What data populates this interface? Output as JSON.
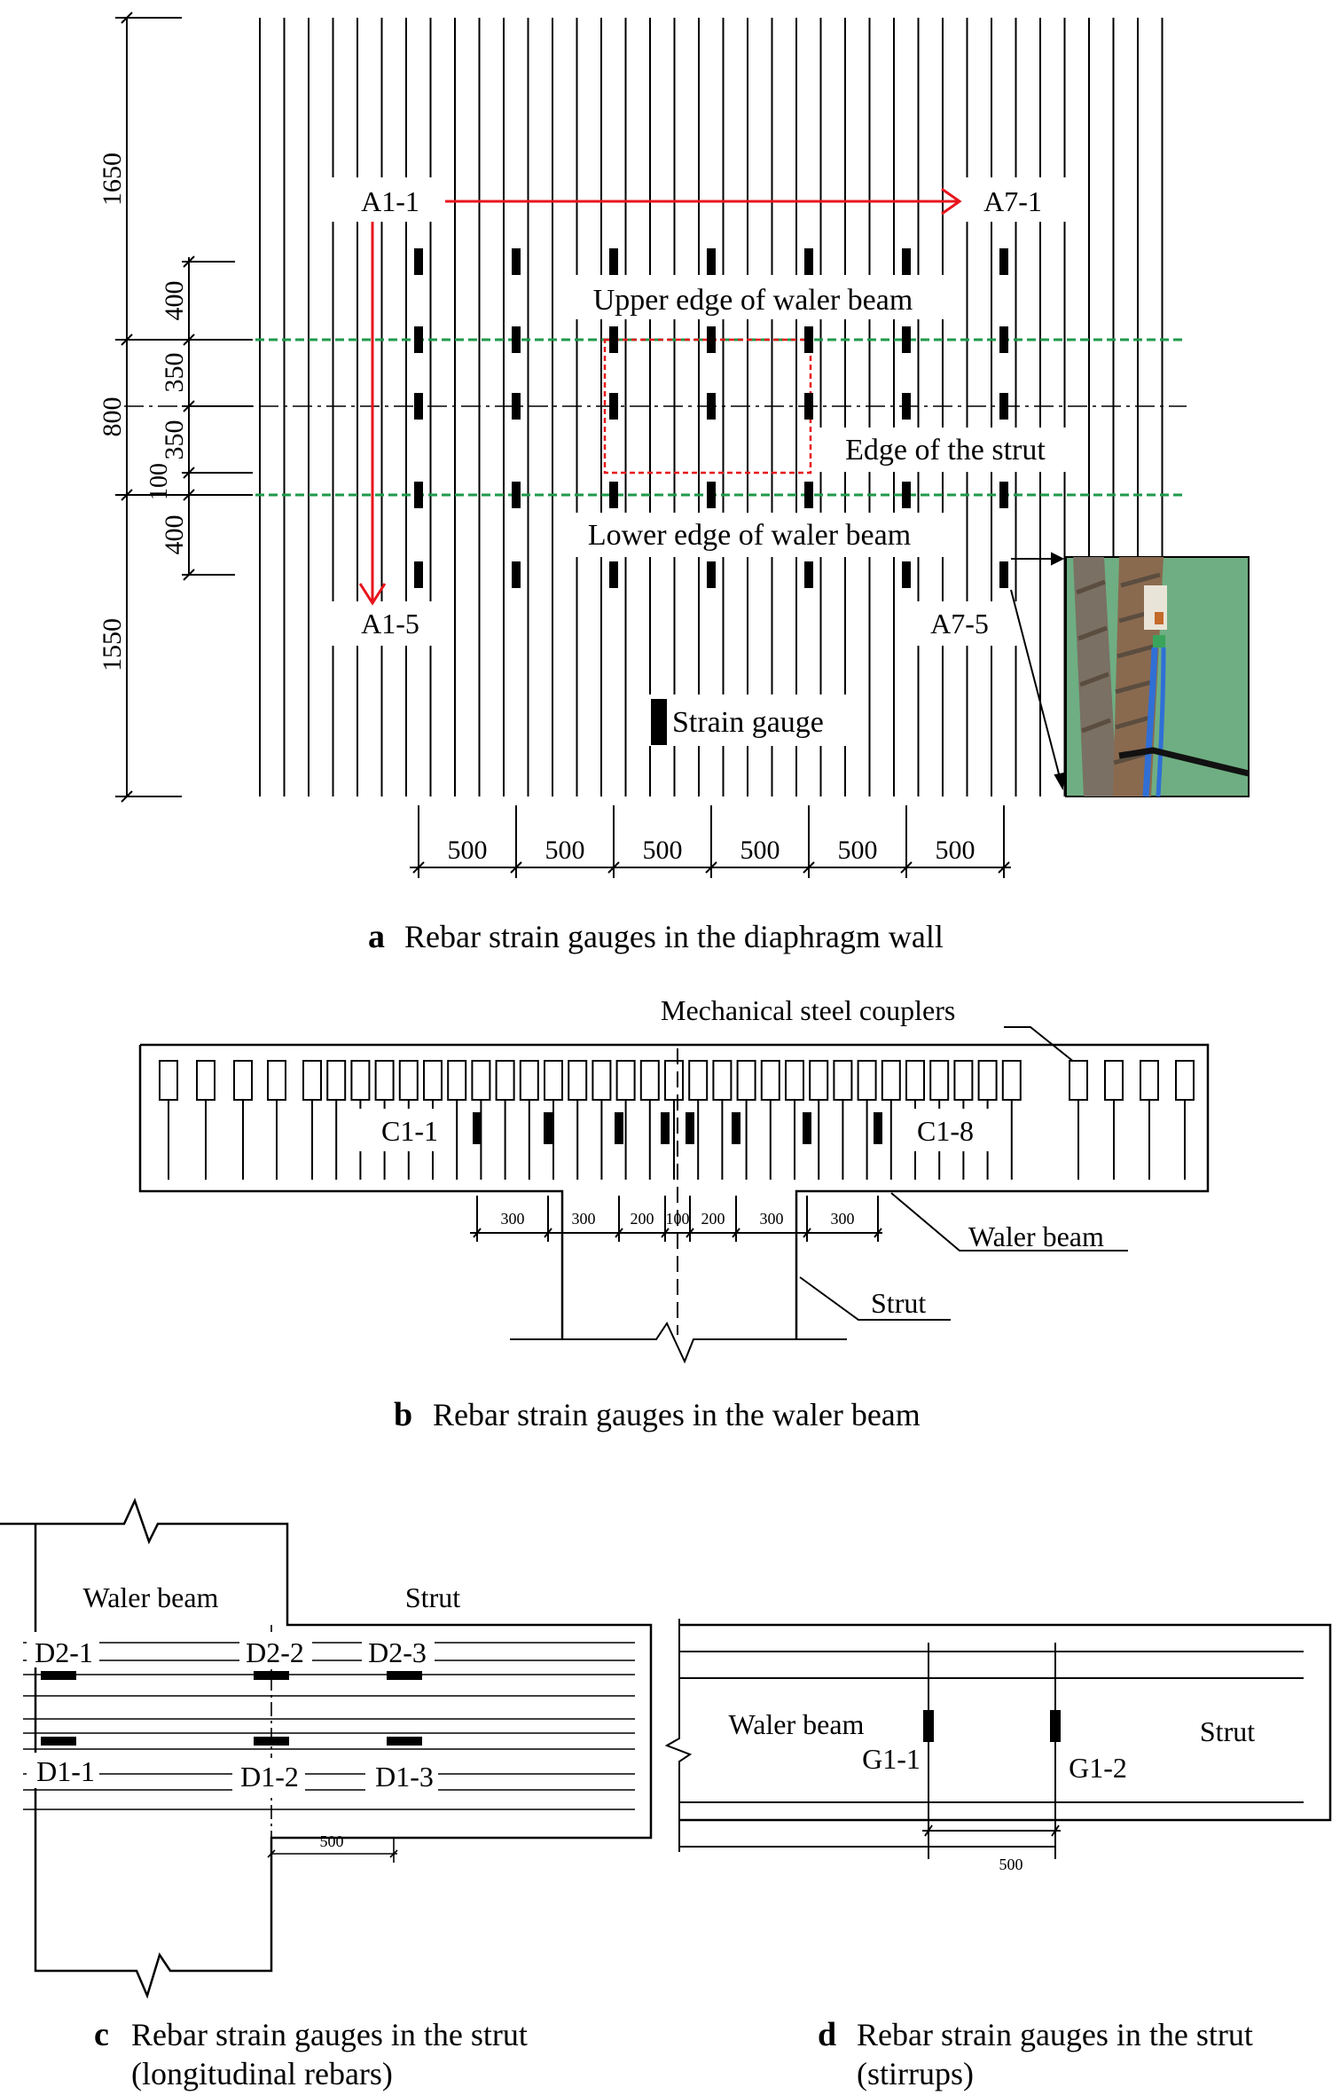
{
  "panel_a": {
    "dims_left": [
      "1650",
      "800",
      "1550"
    ],
    "dims_mid": [
      "400",
      "350",
      "350",
      "100",
      "400"
    ],
    "dims_bottom": [
      "500",
      "500",
      "500",
      "500",
      "500",
      "500"
    ],
    "label_a1_1": "A1-1",
    "label_a7_1": "A7-1",
    "label_a1_5": "A1-5",
    "label_a7_5": "A7-5",
    "upper_edge": "Upper edge of waler beam",
    "edge_strut": "Edge of the strut",
    "lower_edge": "Lower edge of waler beam",
    "legend": "Strain gauge",
    "caption_letter": "a",
    "caption": "Rebar strain gauges in the diaphragm wall",
    "colors": {
      "arrow": "#e8141c",
      "waler_edge": "#1f9a4b",
      "strut_edge": "#e8141c"
    }
  },
  "panel_b": {
    "couplers": "Mechanical steel couplers",
    "c1_1": "C1-1",
    "c1_8": "C1-8",
    "dims": [
      "300",
      "300",
      "200",
      "100",
      "200",
      "300",
      "300"
    ],
    "waler": "Waler beam",
    "strut": "Strut",
    "caption_letter": "b",
    "caption": "Rebar strain gauges in the waler beam"
  },
  "panel_c": {
    "waler": "Waler beam",
    "strut": "Strut",
    "d2_1": "D2-1",
    "d2_2": "D2-2",
    "d2_3": "D2-3",
    "d1_1": "D1-1",
    "d1_2": "D1-2",
    "d1_3": "D1-3",
    "dim": "500",
    "caption_letter": "c",
    "caption_line1": "Rebar strain gauges in the strut",
    "caption_line2": "(longitudinal rebars)"
  },
  "panel_d": {
    "waler": "Waler beam",
    "strut": "Strut",
    "g1_1": "G1-1",
    "g1_2": "G1-2",
    "dim": "500",
    "caption_letter": "d",
    "caption_line1": "Rebar strain gauges in the strut",
    "caption_line2": "(stirrups)"
  }
}
